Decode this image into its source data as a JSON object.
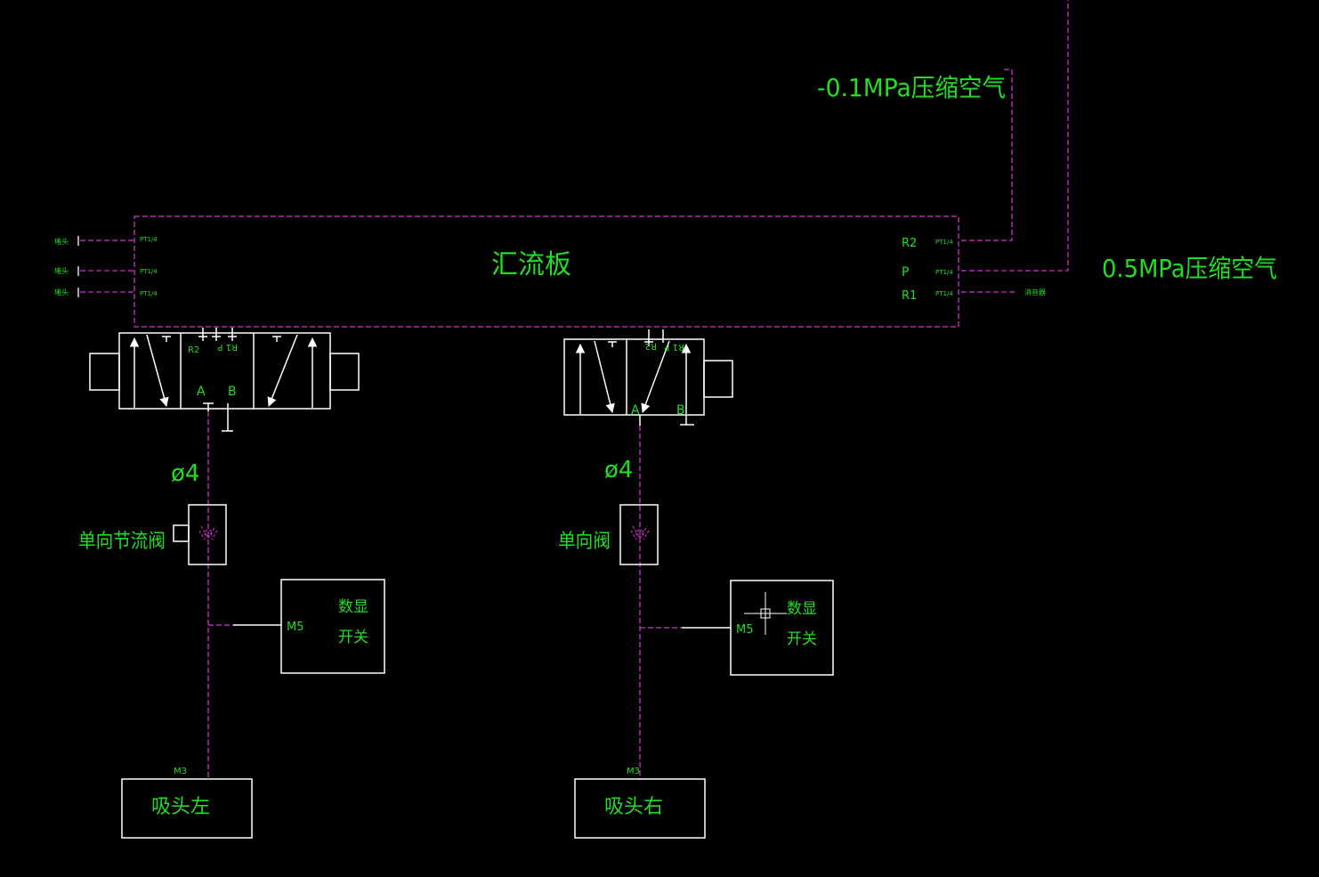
{
  "colors": {
    "background": "#000000",
    "pipe": "#cc33cc",
    "outline": "#ffffff",
    "label": "#22dd22"
  },
  "supply": {
    "vacuum_label": "-0.1MPa压缩空气",
    "pressure_label": "0.5MPa压缩空气"
  },
  "manifold": {
    "title": "汇流板",
    "left_ports": [
      {
        "tag": "堵头",
        "thread": "PT1/4"
      },
      {
        "tag": "堵头",
        "thread": "PT1/4"
      },
      {
        "tag": "堵头",
        "thread": "PT1/4"
      }
    ],
    "right_ports": [
      {
        "name": "R2",
        "thread": "PT1/4"
      },
      {
        "name": "P",
        "thread": "PT1/4"
      },
      {
        "name": "R1",
        "thread": "PT1/4",
        "tag": "消音器"
      }
    ]
  },
  "valve_left": {
    "port_r1p": "R1 P",
    "port_r2": "R2",
    "port_a": "A",
    "port_b": "B"
  },
  "valve_right": {
    "port_r1p": "R1 P",
    "port_r2": "R2",
    "port_a": "A",
    "port_b": "B"
  },
  "branch_left": {
    "tube": "ø4",
    "check_valve_label": "单向节流阀",
    "switch_port": "M5",
    "switch_line1": "数显",
    "switch_line2": "开关",
    "cup_port": "M3",
    "cup_label": "吸头左"
  },
  "branch_right": {
    "tube": "ø4",
    "check_valve_label": "单向阀",
    "switch_port": "M5",
    "switch_line1": "数显",
    "switch_line2": "开关",
    "cup_port": "M3",
    "cup_label": "吸头右"
  }
}
